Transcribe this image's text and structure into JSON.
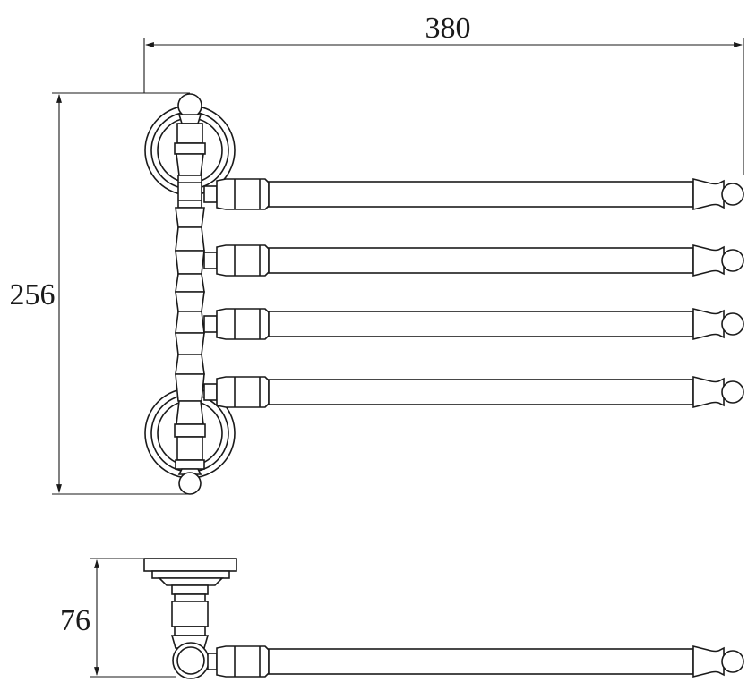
{
  "dimensions": {
    "width_label": "380",
    "height_label": "256",
    "depth_label": "76"
  },
  "colors": {
    "line": "#1a1a1a",
    "background": "#ffffff"
  }
}
